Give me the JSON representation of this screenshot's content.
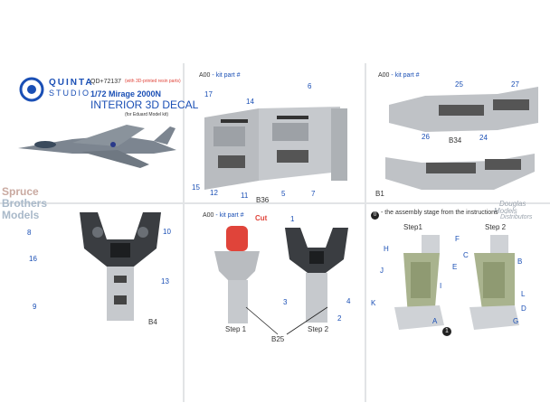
{
  "brand": {
    "line1": "QUINTA",
    "line2": "STUDIO"
  },
  "product": {
    "code": "QD+72137",
    "note": "(with 3D-printed resin parts)",
    "model": "1/72 Mirage 2000N",
    "title": "INTERIOR 3D DECAL",
    "kit": "(for Eduard Model kit)"
  },
  "kit_part": {
    "code": "A00",
    "suffix": "- kit part #"
  },
  "panel2": {
    "callouts": [
      "17",
      "14",
      "6",
      "15",
      "12",
      "11",
      "5",
      "7"
    ],
    "part": "B36"
  },
  "panel3": {
    "callouts": [
      "25",
      "27",
      "26",
      "24"
    ],
    "parts": [
      "B34",
      "B1"
    ]
  },
  "panel4": {
    "callouts": [
      "8",
      "10",
      "16",
      "13",
      "9"
    ],
    "part": "B4"
  },
  "panel5": {
    "cut": "Cut",
    "callouts": [
      "1",
      "3",
      "2",
      "4"
    ],
    "step1": "Step 1",
    "step2": "Step 2",
    "part": "B25"
  },
  "panel6": {
    "note": "- the assembly stage from the instructions",
    "note_badge": "0",
    "step1": "Step1",
    "step2": "Step 2",
    "callouts_left": [
      "H",
      "F",
      "E",
      "J",
      "I",
      "K",
      "A"
    ],
    "callouts_right": [
      "C",
      "B",
      "L",
      "D",
      "G"
    ],
    "badge": "1"
  },
  "watermark": {
    "left": [
      "Spruce",
      "Brothers",
      "Models"
    ],
    "right": [
      "Douglas",
      "Models",
      "Distributors"
    ]
  },
  "colors": {
    "accent": "#1a4fb5",
    "cut": "#e0443a",
    "part_grey": "#b9bcc0",
    "panel_bg": "#f4f5f6"
  }
}
